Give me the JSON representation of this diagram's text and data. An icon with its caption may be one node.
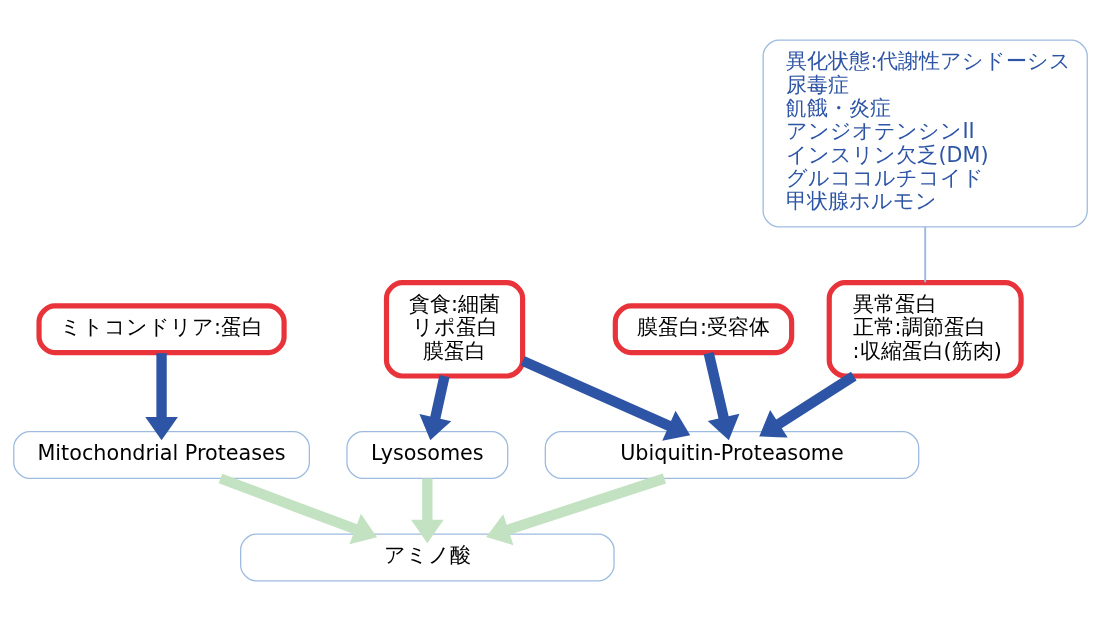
{
  "diagram": {
    "nodes": [
      {
        "text": [
          "ミトコンドリア:蛋白"
        ]
      },
      {
        "text": [
          "貪食:細菌",
          "リポ蛋白",
          "膜蛋白"
        ]
      },
      {
        "text": [
          "膜蛋白:受容体"
        ]
      },
      {
        "text": [
          "異常蛋白",
          "正常:調節蛋白",
          ":収縮蛋白(筋肉)"
        ]
      },
      {
        "text": [
          "異化状態:代謝性アシドーシス",
          "尿毒症",
          "飢餓・炎症",
          "アンジオテンシンII",
          "インスリン欠乏(DM)",
          "グルココルチコイド",
          "甲状腺ホルモン"
        ]
      },
      {
        "text": [
          "Mitochondrial Proteases"
        ]
      },
      {
        "text": [
          "Lysosomes"
        ]
      },
      {
        "text": [
          "Ubiquitin-Proteasome"
        ]
      },
      {
        "text": [
          "アミノ酸"
        ]
      }
    ],
    "edges": [
      {
        "from": 4,
        "to": 3,
        "arrow": "none",
        "color": "#9dbbe0"
      },
      {
        "from": 0,
        "to": 5,
        "arrow": "to"
      },
      {
        "from": 1,
        "to": 6,
        "arrow": "to"
      },
      {
        "from": 1,
        "to": 7,
        "arrow": "to"
      },
      {
        "from": 2,
        "to": 7,
        "arrow": "to"
      },
      {
        "from": 3,
        "to": 7,
        "arrow": "to"
      },
      {
        "from": 5,
        "to": 8,
        "arrow": "to",
        "color": "#c3e2c2"
      },
      {
        "from": 6,
        "to": 8,
        "arrow": "to",
        "color": "#c3e2c2"
      },
      {
        "from": 7,
        "to": 8,
        "arrow": "to",
        "color": "#c3e2c2"
      }
    ]
  }
}
